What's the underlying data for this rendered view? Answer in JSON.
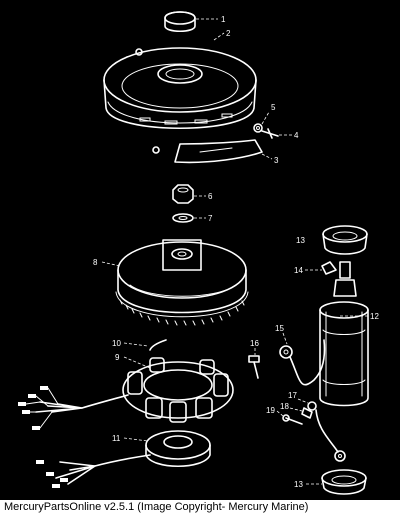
{
  "callouts": [
    {
      "id": "1",
      "label": "1"
    },
    {
      "id": "2",
      "label": "2"
    },
    {
      "id": "3",
      "label": "3"
    },
    {
      "id": "4",
      "label": "4"
    },
    {
      "id": "5",
      "label": "5"
    },
    {
      "id": "6",
      "label": "6"
    },
    {
      "id": "7",
      "label": "7"
    },
    {
      "id": "8",
      "label": "8"
    },
    {
      "id": "9",
      "label": "9"
    },
    {
      "id": "10",
      "label": "10"
    },
    {
      "id": "11",
      "label": "11"
    },
    {
      "id": "12",
      "label": "12"
    },
    {
      "id": "13a",
      "label": "13"
    },
    {
      "id": "13b",
      "label": "13"
    },
    {
      "id": "14",
      "label": "14"
    },
    {
      "id": "15",
      "label": "15"
    },
    {
      "id": "16",
      "label": "16"
    },
    {
      "id": "17",
      "label": "17"
    },
    {
      "id": "18",
      "label": "18"
    },
    {
      "id": "19",
      "label": "19"
    }
  ],
  "caption": "MercuryPartsOnline v2.5.1 (Image Copyright- Mercury Marine)",
  "colors": {
    "background": "#000000",
    "line": "#ffffff",
    "caption_bg": "#ffffff",
    "caption_text": "#000000"
  }
}
